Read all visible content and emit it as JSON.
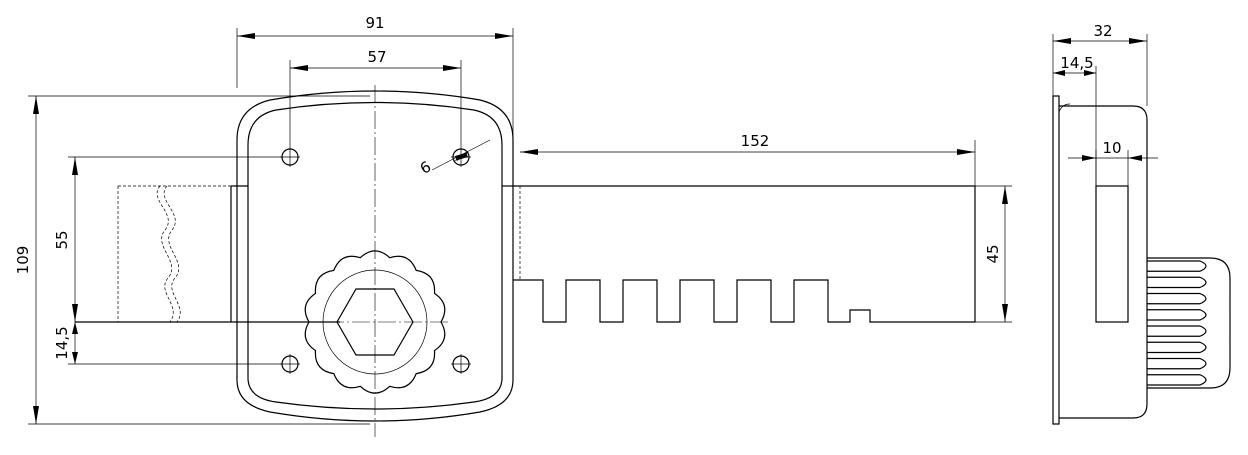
{
  "dimensions": {
    "overall_width": "91",
    "hole_spacing_horizontal": "57",
    "hole_diameter": "6",
    "bolt_length": "152",
    "overall_height": "109",
    "hole_to_bolt_edge": "55",
    "bolt_to_lower_hole": "14,5",
    "bolt_height": "45",
    "side_depth": "32",
    "side_plate_offset": "14,5",
    "side_bolt_thickness": "10"
  }
}
